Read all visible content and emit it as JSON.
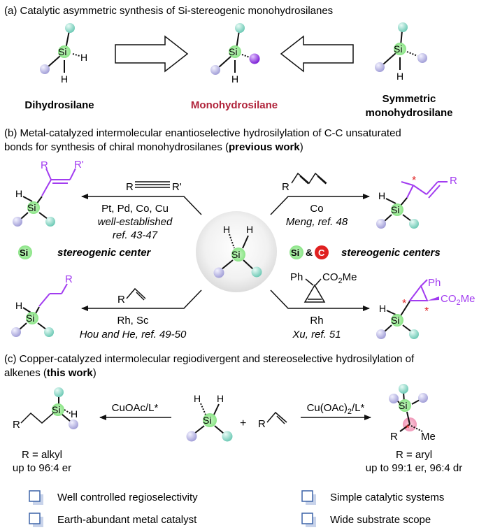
{
  "section_a": {
    "title": "(a) Catalytic asymmetric synthesis of Si-stereogenic monohydrosilanes",
    "label_left": "Dihydrosilane",
    "label_mid": "Monohydrosilane",
    "label_right_1": "Symmetric",
    "label_right_2": "monohydrosilane"
  },
  "section_b": {
    "title_1": "(b) Metal-catalyzed intermolecular enantioselective hydrosilylation of C-C unsaturated",
    "title_2_pre": "bonds for synthesis of chiral monohydrosilanes (",
    "title_2_bold": "previous work",
    "title_2_post": ")",
    "tl_reagent_R": "R",
    "tl_reagent_R2": "R'",
    "tl_cat": "Pt, Pd, Co, Cu",
    "tl_note": "well-established",
    "tl_ref": "ref. 43-47",
    "tl_product_R": "R",
    "tl_product_R2": "R'",
    "tr_reagent_R": "R",
    "tr_cat": "Co",
    "tr_ref": "Meng, ref. 48",
    "tr_product_R": "R",
    "si_center_badge": "Si",
    "si_center_text": "stereogenic center",
    "si_c_badge_si": "Si",
    "si_c_amp": "&",
    "si_c_badge_c": "C",
    "si_c_text": "stereogenic centers",
    "bl_reagent_R": "R",
    "bl_cat": "Rh, Sc",
    "bl_ref": "Hou and He, ref. 49-50",
    "bl_product_R": "R",
    "br_reagent_ph": "Ph",
    "br_reagent_co2me": "CO",
    "br_reagent_co2me_sub": "2",
    "br_reagent_co2me_end": "Me",
    "br_cat": "Rh",
    "br_ref": "Xu, ref. 51",
    "br_product_ph": "Ph",
    "br_product_co2me": "CO",
    "br_product_co2me_sub": "2",
    "br_product_co2me_end": "Me",
    "center_H1": "H",
    "center_H2": "H",
    "center_Si": "Si"
  },
  "section_c": {
    "title_1": "(c) Copper-catalyzed intermolecular regiodivergent and stereoselective hydrosilylation of",
    "title_2_pre": "alkenes (",
    "title_2_bold": "this work",
    "title_2_post": ")",
    "left_cat": "CuOAc/L*",
    "right_cat_pre": "Cu(OAc)",
    "right_cat_sub": "2",
    "right_cat_post": "/L*",
    "plus": "+",
    "alkene_R": "R",
    "left_R": "R = alkyl",
    "left_er": "up to 96:4 er",
    "right_R": "R = aryl",
    "right_er": "up to 99:1 er, 96:4 dr",
    "left_prod_R": "R",
    "right_prod_R": "R",
    "right_prod_me": "Me"
  },
  "features": [
    "Well controlled regioselectivity",
    "Earth-abundant metal catalyst",
    "Simple catalytic systems",
    "Wide substrate scope"
  ],
  "colors": {
    "silicon_green": "#7ee07a",
    "teal_ball": "#a7e6d9",
    "lavender_ball": "#c9c7ec",
    "purple_ball": "#9b3cf0",
    "purple_bond": "#a23cf0",
    "red_label": "#b0233a",
    "star_red": "#e02020",
    "pink_circle": "#f29bb8",
    "checkbox_blue": "#3d64a8"
  }
}
